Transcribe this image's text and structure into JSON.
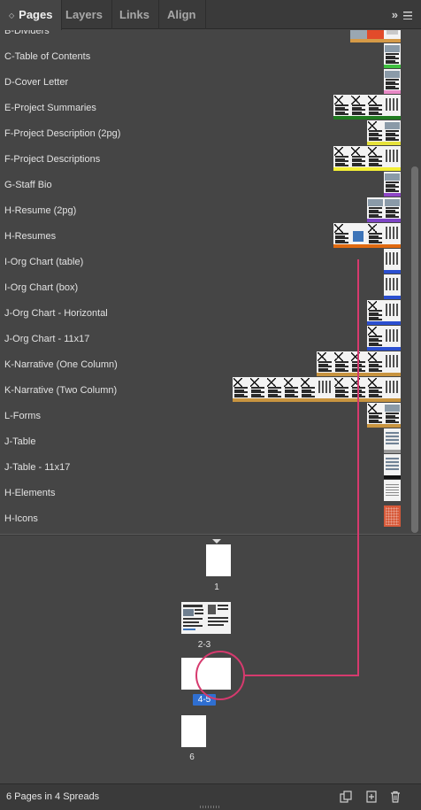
{
  "tabs": [
    {
      "label": "Pages",
      "active": true
    },
    {
      "label": "Layers",
      "active": false
    },
    {
      "label": "Links",
      "active": false
    },
    {
      "label": "Align",
      "active": false
    }
  ],
  "tab_menu": {
    "expand_icon": "double-chevron-right-icon",
    "menu_icon": "hamburger-menu-icon",
    "expand_glyph": "»"
  },
  "masters": [
    {
      "label": "B-Dividers",
      "bar_color": "#d59a47"
    },
    {
      "label": "C-Table of Contents",
      "bar_color": "#3fbf3f"
    },
    {
      "label": "D-Cover Letter",
      "bar_color": "#e889c6"
    },
    {
      "label": "E-Project Summaries",
      "bar_color": "#1f7a1f"
    },
    {
      "label": "F-Project Description (2pg)",
      "bar_color": "#e6e23a"
    },
    {
      "label": "F-Project Descriptions",
      "bar_color": "#f2ee35"
    },
    {
      "label": "G-Staff Bio",
      "bar_color": "#8e46c6"
    },
    {
      "label": "H-Resume (2pg)",
      "bar_color": "#7c44c4"
    },
    {
      "label": "H-Resumes",
      "bar_color": "#e06a10"
    },
    {
      "label": "I-Org Chart (table)",
      "bar_color": "#2b4fd0"
    },
    {
      "label": "I-Org Chart (box)",
      "bar_color": "#2b4fd0"
    },
    {
      "label": "J-Org Chart - Horizontal",
      "bar_color": "#2b4fd0"
    },
    {
      "label": "J-Org Chart - 11x17",
      "bar_color": "#2b4fd0"
    },
    {
      "label": "K-Narrative (One Column)",
      "bar_color": "#c8943f"
    },
    {
      "label": "K-Narrative (Two Column)",
      "bar_color": "#c8943f"
    },
    {
      "label": "L-Forms",
      "bar_color": "#c8943f"
    },
    {
      "label": "J-Table",
      "bar_color": "#9a9a9a"
    },
    {
      "label": "J-Table - 11x17",
      "bar_color": "#111111"
    },
    {
      "label": "H-Elements",
      "bar_color": ""
    },
    {
      "label": "H-Icons",
      "bar_color": ""
    }
  ],
  "pages": [
    {
      "label": "1"
    },
    {
      "label": "2-3"
    },
    {
      "label": "4-5",
      "selected": true
    },
    {
      "label": "6"
    }
  ],
  "footer": {
    "status": "6 Pages in 4 Spreads",
    "icons": [
      "edit-page-size-icon",
      "new-page-icon",
      "delete-page-icon"
    ]
  },
  "annotation_color": "#d63a6e"
}
